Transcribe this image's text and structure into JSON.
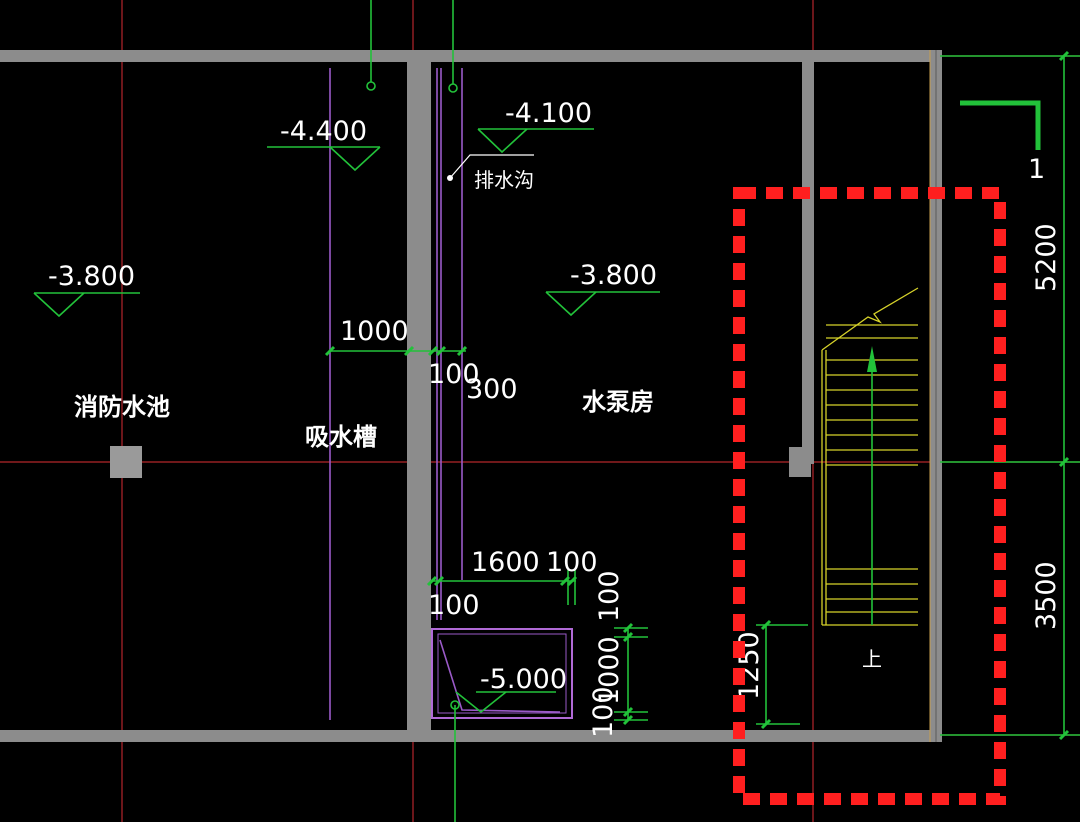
{
  "drawing": {
    "levels": {
      "pool_top": "-4.400",
      "pump_top": "-4.100",
      "pool_left": "-3.800",
      "pump_right": "-3.800",
      "sump": "-5.000"
    },
    "dimensions": {
      "suction_trough_width": "1000",
      "trench_gap_100": "100",
      "trench_300": "300",
      "sump_len_1600": "1600",
      "sump_100_right": "100",
      "sump_100_left": "100",
      "sump_v_100_top": "100",
      "sump_v_1000": "1000",
      "sump_v_100_bottom": "100",
      "stair_1250": "1250",
      "right_5200": "5200",
      "right_3500": "3500"
    },
    "rooms": {
      "fire_pool": "消防水池",
      "suction_trough": "吸水槽",
      "pump_room": "水泵房"
    },
    "notes": {
      "drain_ditch": "排水沟",
      "stair_up": "上",
      "section_mark": "1"
    },
    "colors": {
      "wall": "#8c8c8c",
      "axis": "#b3262b",
      "dimension": "#22c23a",
      "stair": "#d6d22a",
      "sump": "#9a5ac8",
      "highlight": "#ff1f1f"
    }
  }
}
